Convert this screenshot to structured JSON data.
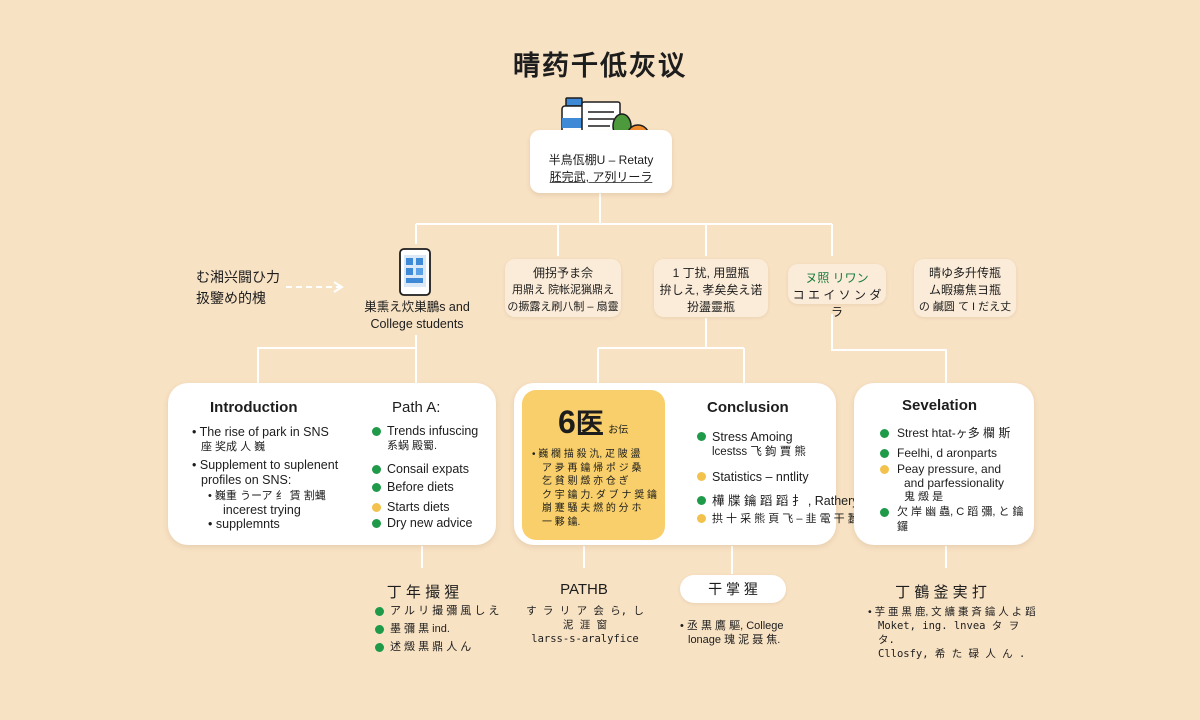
{
  "title": "晴药千低灰议",
  "root": {
    "line1": "半鳥佤棚U – Retaty",
    "line2": "胚完武, ア列リーラ"
  },
  "side_note": {
    "line1": "む湘兴闘ひ力",
    "line2": "扱鑒め的槐"
  },
  "phone_caption": {
    "line1": "巣熏え炊巣鵬s and",
    "line2": "College students"
  },
  "pills": [
    {
      "lines": [
        "佣拐予ま佘",
        "用鼎え 院帐泥猟鼎え",
        "の撅露え刷八制 – 扇靈"
      ]
    },
    {
      "lines": [
        "1 丁扰, 用盟瓶",
        "拚しえ, 孝矣矣え诺",
        "扮盪靈瓶"
      ]
    },
    {
      "lines": [
        "ヌ照 リワン",
        "コ エ イ ソ ン ダ ラ"
      ]
    },
    {
      "lines": [
        "晴ゆ多升传瓶",
        "ム暇瘍焦ヨ瓶",
        "の 鹹圆 て I だえ丈"
      ]
    }
  ],
  "card1": {
    "title": "Introduction",
    "subtitle": "Path A:",
    "left_items": [
      {
        "bullet": "•",
        "lines": [
          "The rise of park in SNS",
          "座 奖成 人 巍"
        ]
      },
      {
        "bullet": "•",
        "lines": [
          "Supplement to suplenent",
          "profiles on SNS:"
        ]
      },
      {
        "bullet": "•",
        "lines": [
          "巍重 うーア 纟 賃 割蝿",
          "incerest trying"
        ]
      },
      {
        "bullet": "•",
        "lines": [
          "supplemnts"
        ]
      }
    ],
    "right_items": [
      {
        "color": "green",
        "lines": [
          "Trends infuscing",
          "系蜗 殿蜀."
        ]
      },
      {
        "color": "green",
        "lines": [
          "Consail expats"
        ]
      },
      {
        "color": "green",
        "lines": [
          "Before diets"
        ]
      },
      {
        "color": "yellow",
        "lines": [
          "Starts diets"
        ]
      },
      {
        "color": "green",
        "lines": [
          "Dry new advice"
        ]
      }
    ]
  },
  "card2": {
    "big_number": "6",
    "big_char": "医",
    "small_label": "お伝",
    "panel_lines": [
      "• 巍 欄 描 殺 氿, 疋 陂 盪",
      "ア 夛 再 鑰 帰 ポ ジ 桑",
      "乞 貧 剔 燬 亦 仓 ぎ",
      "ク 宇 鑰 力. ダ ブ ナ 奨 鑰",
      "崩 蹇 騒 夫 燃 的 分 ホ",
      "一 夥 鑰."
    ],
    "title": "Conclusion",
    "items": [
      {
        "color": "green",
        "lines": [
          "Stress Amoing",
          "lcestss 飞 鉤 賈 熊"
        ]
      },
      {
        "color": "yellow",
        "lines": [
          "Statistics – nntlity"
        ]
      },
      {
        "color": "green",
        "lines": [
          "樺 牒 鑰 蹈 蹈 扌 , Rathery"
        ]
      },
      {
        "color": "yellow",
        "lines": [
          "拱 十 采 熊 頁 飞 – 韭 電 干 蠶"
        ]
      }
    ]
  },
  "card3": {
    "title": "Sevelation",
    "items": [
      {
        "color": "green",
        "lines": [
          "Strest htat-ヶ多 欄 斯"
        ]
      },
      {
        "color": "green",
        "lines": [
          "Feelhi, d aronparts"
        ]
      },
      {
        "color": "yellow",
        "lines": [
          "Peay pressure, and",
          "and parfessionality",
          "鬼 燬 是"
        ]
      },
      {
        "color": "green",
        "lines": [
          "欠 岸 幽 蟲, C 蹈 彌, と 鑰 鑼"
        ]
      }
    ]
  },
  "bottom": {
    "col1": {
      "heading": "丁 年 撮 猩",
      "items": [
        "ア ル リ 撮 彌 風 し え",
        "墨 彌 黒 ind.",
        "述 燬 黒 鼎 人 ん"
      ]
    },
    "col2": {
      "heading": "PATHB",
      "lines": [
        "す ラ リ ア 会 ら, し 泥 涯 窗",
        "larss-s-aralyfice"
      ]
    },
    "col3": {
      "heading": "干 掌 猩",
      "lines": [
        "• 丞 黒 鷹 驅, College",
        "lonage 瑰 泥 聂 焦."
      ]
    },
    "col4": {
      "heading": "丁 鶴 釜 実 打",
      "lines": [
        "• 芋 亜 黒 鹿, 文 纊 棗 斉 鑰 人 よ 蹈",
        "Moket, ing. lnvea タ ヲ タ.",
        "Cllosfy, 希 た 碌 人 ん ."
      ]
    }
  },
  "colors": {
    "background": "#f8e2c4",
    "green": "#1f9a49",
    "yellow": "#f2c24d",
    "panel": "#f8cf6a"
  },
  "icons": [
    "phone-icon",
    "supplement-bottle-icon",
    "document-icon",
    "vegetable-icon",
    "arrow-icon"
  ]
}
